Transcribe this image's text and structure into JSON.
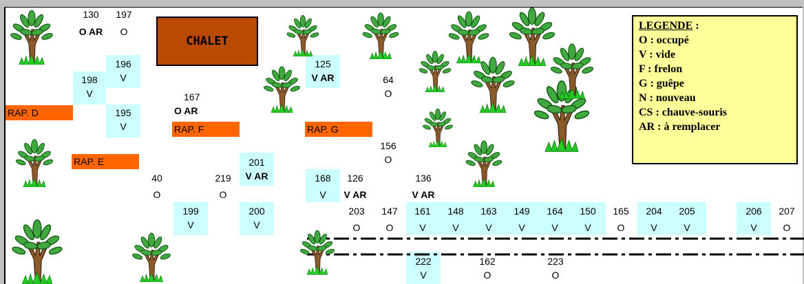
{
  "chalet": "CHALET",
  "legend": {
    "title": "LEGENDE",
    "title_suffix": " :",
    "items": [
      "O :  occupé",
      "V :  vide",
      "F  :  frelon",
      "G  : guêpe",
      "N :  nouveau",
      "CS : chauve-souris",
      "AR : à remplacer"
    ]
  },
  "raps": [
    "RAP.  D",
    "RAP.  E",
    "RAP.  F",
    "RAP.  G"
  ],
  "hives": [
    {
      "n": "130",
      "s": "O AR"
    },
    {
      "n": "197",
      "s": "O"
    },
    {
      "n": "196",
      "s": "V"
    },
    {
      "n": "198",
      "s": "V"
    },
    {
      "n": "195",
      "s": "V"
    },
    {
      "n": "167",
      "s": "O AR"
    },
    {
      "n": "125",
      "s": "V AR"
    },
    {
      "n": "64",
      "s": "O"
    },
    {
      "n": "156",
      "s": "O"
    },
    {
      "n": "40",
      "s": "O"
    },
    {
      "n": "219",
      "s": "O"
    },
    {
      "n": "201",
      "s": "V AR"
    },
    {
      "n": "168",
      "s": "V"
    },
    {
      "n": "126",
      "s": "V AR"
    },
    {
      "n": "136",
      "s": "V AR"
    },
    {
      "n": "199",
      "s": "V"
    },
    {
      "n": "200",
      "s": "V"
    },
    {
      "n": "203",
      "s": "O"
    },
    {
      "n": "147",
      "s": "O"
    },
    {
      "n": "161",
      "s": "V"
    },
    {
      "n": "148",
      "s": "V"
    },
    {
      "n": "163",
      "s": "V"
    },
    {
      "n": "149",
      "s": "V"
    },
    {
      "n": "164",
      "s": "V"
    },
    {
      "n": "150",
      "s": "V"
    },
    {
      "n": "165",
      "s": "O"
    },
    {
      "n": "204",
      "s": "V"
    },
    {
      "n": "205",
      "s": "V"
    },
    {
      "n": "206",
      "s": "V"
    },
    {
      "n": "207",
      "s": "O"
    },
    {
      "n": "222",
      "s": "V"
    },
    {
      "n": "162",
      "s": "O"
    },
    {
      "n": "223",
      "s": "O"
    }
  ],
  "colors": {
    "background": "#c0c0c0",
    "empty_hive_bg": "#ccffff",
    "rap_bg": "#ff6600",
    "chalet_bg": "#b94a00",
    "legend_bg": "#ffff99"
  }
}
